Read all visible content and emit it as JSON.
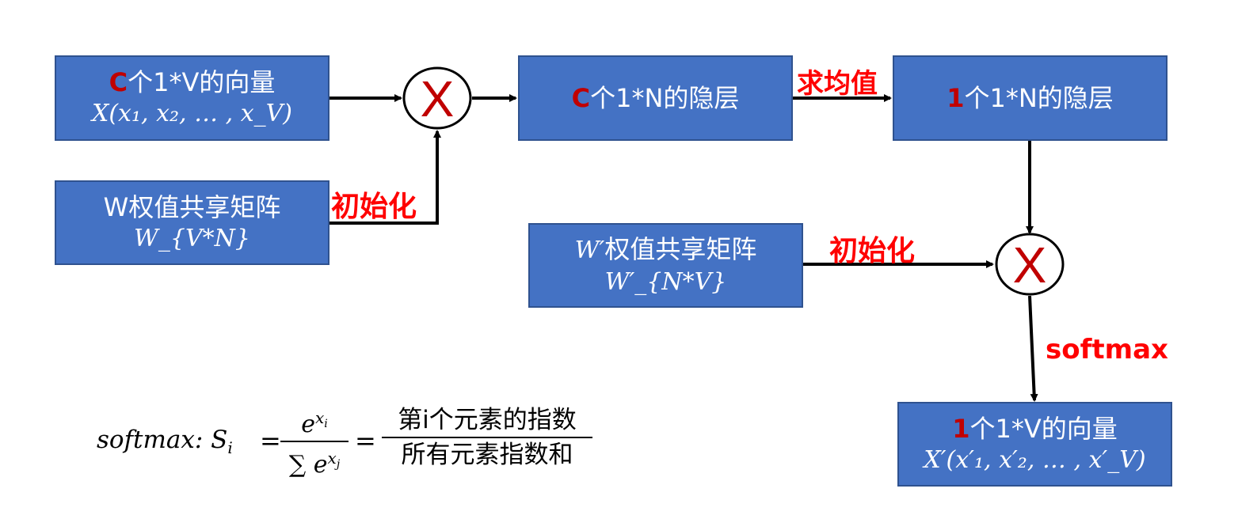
{
  "boxes": {
    "input": {
      "prefix": "C",
      "title": "个1*V的向量",
      "math": "X(x₁, x₂, … , x_V)"
    },
    "weight": {
      "title": "W权值共享矩阵",
      "math": "W_{V*N}"
    },
    "hidden_c": {
      "prefix": "C",
      "title": "个1*N的隐层"
    },
    "hidden_1": {
      "prefix": "1",
      "title": "个1*N的隐层"
    },
    "weight2": {
      "title": "权值共享矩阵",
      "math_prefix": "W′",
      "math": "W′_{N*V}"
    },
    "output": {
      "prefix": "1",
      "title": "个1*V的向量",
      "math": "X′(x′₁, x′₂, … , x′_V)"
    }
  },
  "multiply_symbol": "X",
  "edge_labels": {
    "init1": "初始化",
    "mean": "求均值",
    "init2": "初始化",
    "softmax": "softmax"
  },
  "formula": {
    "left": "softmax: S",
    "left_sub": "i",
    "numerator_base": "e",
    "numerator_exp": "x",
    "numerator_exp_sub": "i",
    "denominator_sum": "∑",
    "denominator_base": "e",
    "denominator_exp": "x",
    "denominator_exp_sub": "j",
    "eq": "=",
    "cn_numerator": "第i个元素的指数",
    "cn_denominator": "所有元素指数和"
  },
  "colors": {
    "box_fill": "#4472c4",
    "box_border": "#2f528f",
    "label_red": "#ff0000",
    "prefix_red": "#c00000",
    "x_red": "#c00000"
  }
}
